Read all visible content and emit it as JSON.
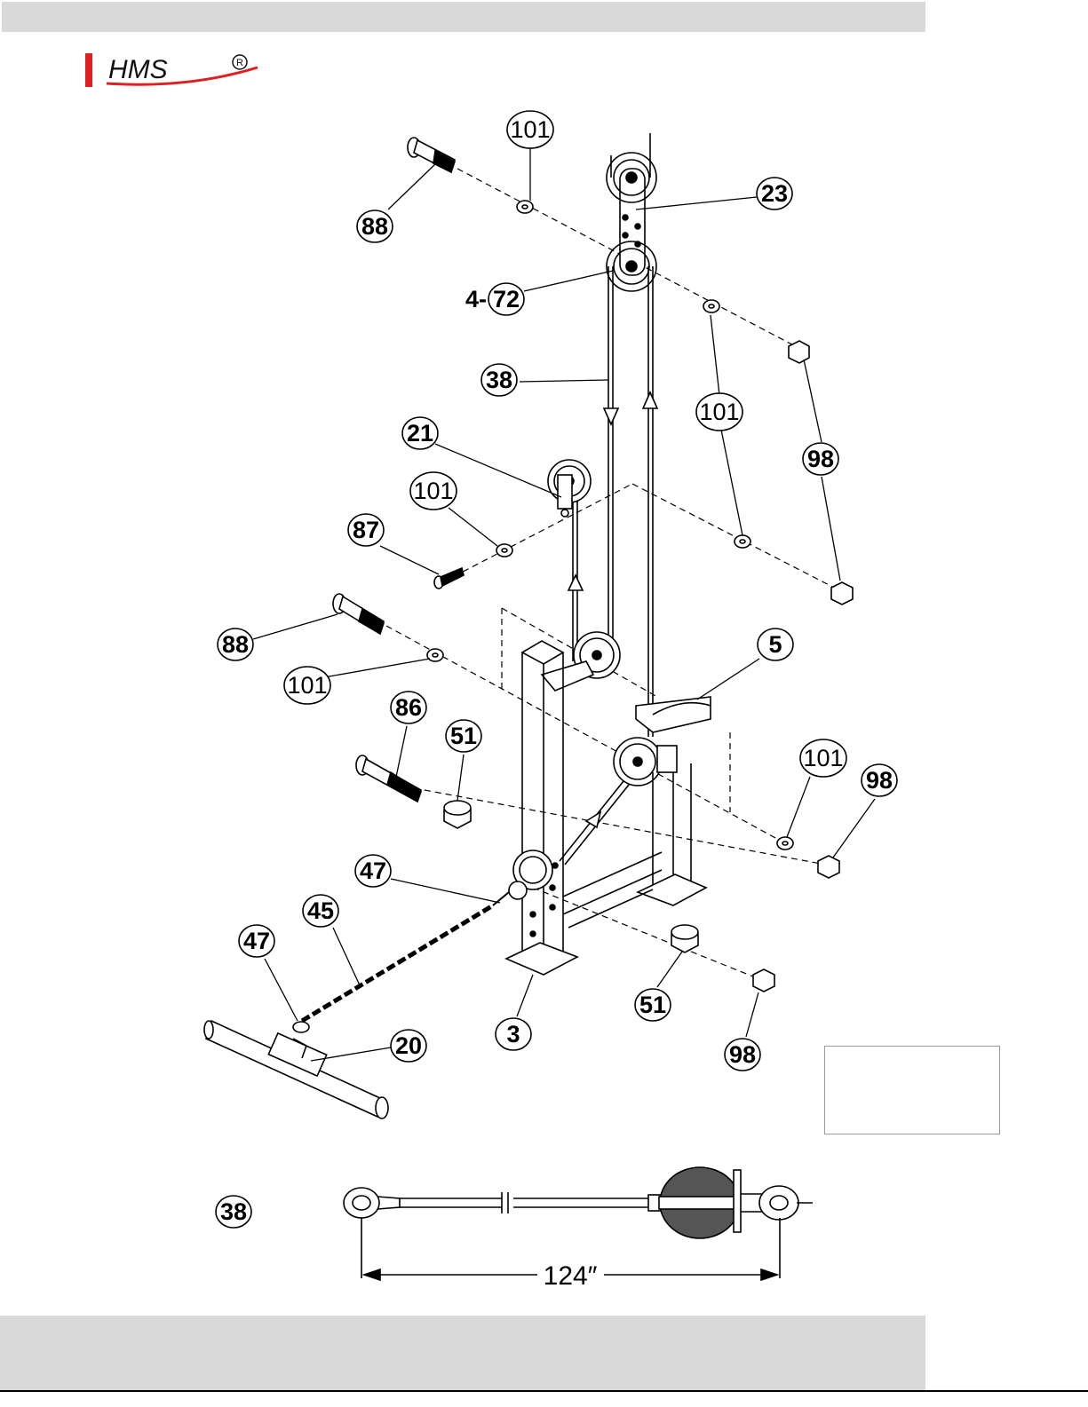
{
  "brand": {
    "name": "HMS",
    "registered_mark": "R",
    "accent_color": "#e02020"
  },
  "labels": {
    "p101_top": "101",
    "p88_top": "88",
    "p23": "23",
    "p4_72_prefix": "4-",
    "p4_72_num": "72",
    "p101_right_small": "101",
    "p38": "38",
    "p101_right": "101",
    "p98_top": "98",
    "p21": "21",
    "p101_mid": "101",
    "p87": "87",
    "p88_mid": "88",
    "p101_left": "101",
    "p5": "5",
    "p86": "86",
    "p51_top": "51",
    "p101_right_low": "101",
    "p98_mid": "98",
    "p47_upper": "47",
    "p45": "45",
    "p47_lower": "47",
    "p20": "20",
    "p3": "3",
    "p51_bottom": "51",
    "p98_bottom": "98",
    "p38_cable": "38"
  },
  "cable_length": "124″"
}
